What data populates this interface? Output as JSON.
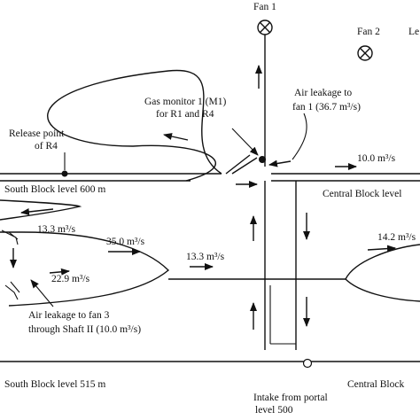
{
  "fans": {
    "fan1": "Fan 1",
    "fan2": "Fan 2",
    "fan3_partial": "Le"
  },
  "labels": {
    "gas_monitor_line1": "Gas monitor 1 (M1)",
    "gas_monitor_line2": "for R1 and R4",
    "air_leakage_fan1_line1": "Air leakage to",
    "air_leakage_fan1_line2": "fan 1 (36.7 m³/s)",
    "release_point_line1": "Release point",
    "release_point_line2": "of R4",
    "south_block_600": "South Block level 600 m",
    "central_block_top": "Central Block level",
    "south_block_515": "South Block level 515 m",
    "central_block_bottom": "Central Block",
    "air_leakage_fan3_line1": "Air leakage to fan 3",
    "air_leakage_fan3_line2": "through Shaft II (10.0 m³/s)",
    "intake_line1": "Intake from portal",
    "intake_line2": "level 500"
  },
  "flows": {
    "flow_top_right": "10.0 m³/s",
    "flow_left_upper": "13.3 m³/s",
    "flow_mid_left": "35.0 m³/s",
    "flow_mid_center": "13.3 m³/s",
    "flow_right": "14.2 m³/s",
    "flow_left_lower": "22.9 m³/s"
  }
}
